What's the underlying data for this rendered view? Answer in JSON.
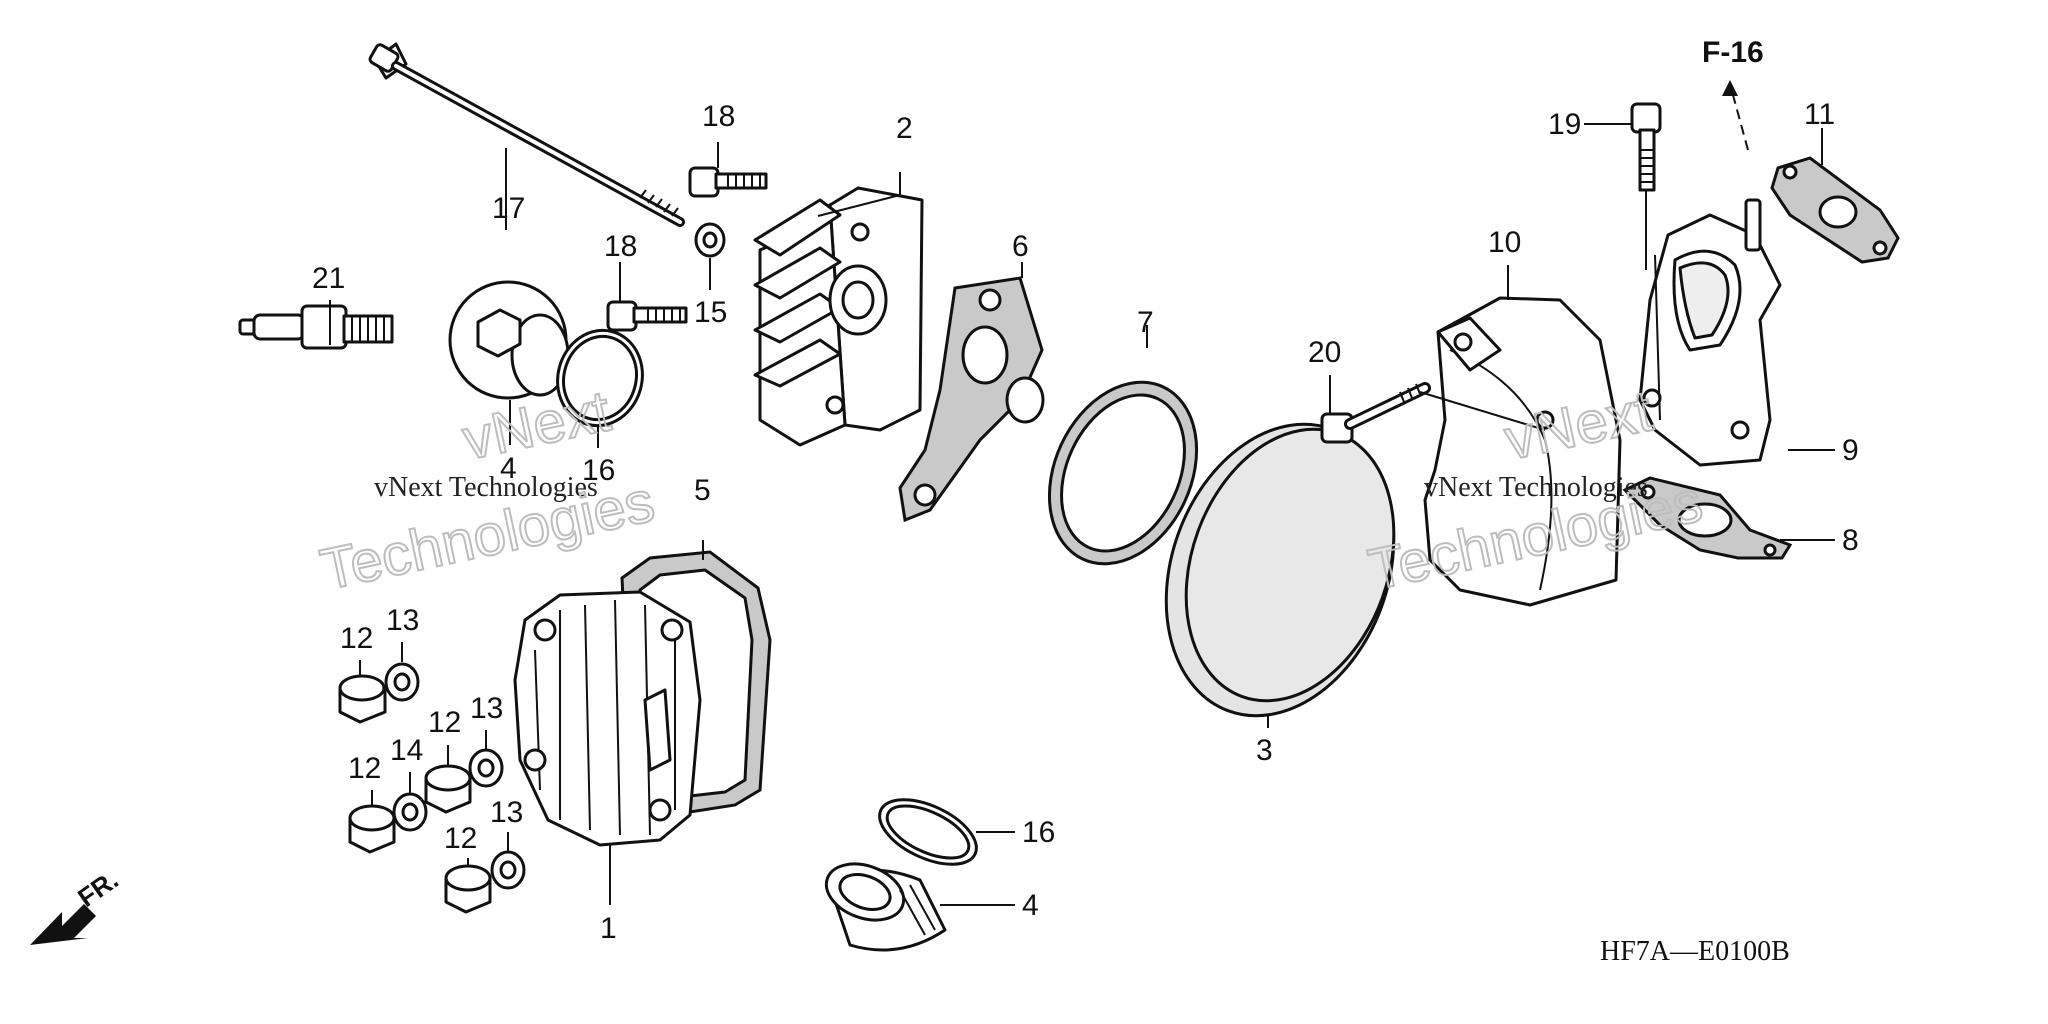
{
  "diagram": {
    "reference": "F-16",
    "code": "HF7A—E0100B",
    "front_label": "FR.",
    "watermark_line1": "vNext Technologies",
    "watermark_word1": "vNext",
    "watermark_word2": "Technologies",
    "labels": {
      "n1": "1",
      "n2": "2",
      "n3": "3",
      "n4a": "4",
      "n4b": "4",
      "n5": "5",
      "n6": "6",
      "n7": "7",
      "n8": "8",
      "n9": "9",
      "n10": "10",
      "n11": "11",
      "n12a": "12",
      "n12b": "12",
      "n12c": "12",
      "n12d": "12",
      "n13a": "13",
      "n13b": "13",
      "n13c": "13",
      "n14": "14",
      "n15": "15",
      "n16a": "16",
      "n16b": "16",
      "n17": "17",
      "n18a": "18",
      "n18b": "18",
      "n19": "19",
      "n20": "20",
      "n21": "21"
    }
  }
}
